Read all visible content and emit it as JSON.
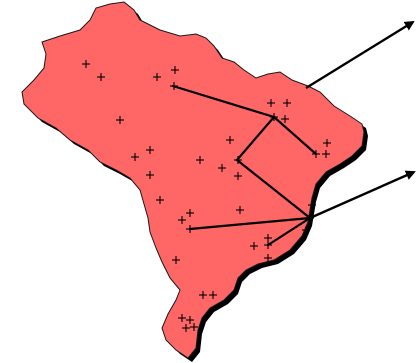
{
  "map": {
    "region": "Brazil",
    "colors": {
      "land": "#ff6666",
      "land_shadow": "#000000",
      "outline": "#1a1a1a",
      "routes": "#000000",
      "markers": "#000000",
      "background": "#ffffff"
    },
    "marker_symbol": "four-point-star",
    "marker_count": 40,
    "route_count": 8,
    "arrow_count": 2
  }
}
